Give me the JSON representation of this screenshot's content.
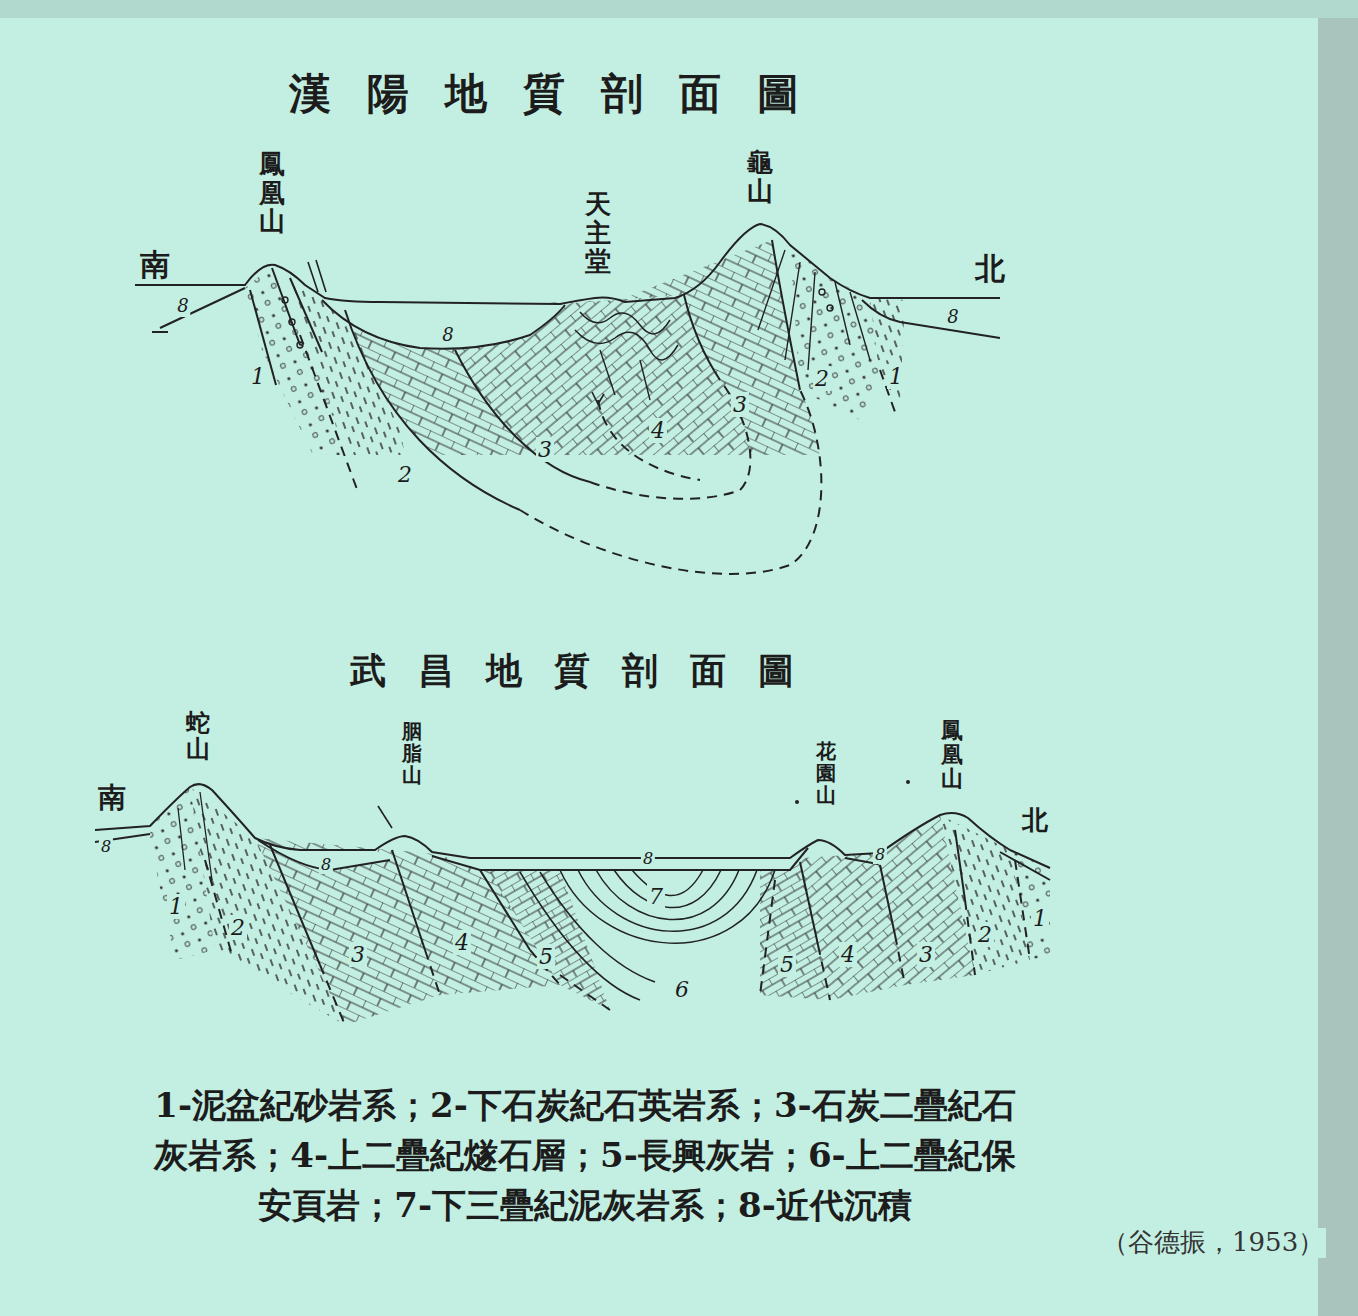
{
  "diagram": {
    "title": "漢陽地質剖面圖",
    "caption": "（谷德振，1953）",
    "labels": [
      "南",
      "鳳凰山",
      "天主堂",
      "龜山",
      "北",
      "8",
      "8",
      "8",
      "1",
      "2",
      "3",
      "4",
      "3",
      "2",
      "1",
      "武昌地質剖面圖",
      "南",
      "蛇山",
      "胭脂山",
      "花園山",
      "鳳凰山",
      "北",
      "8",
      "8",
      "8",
      "8",
      "1",
      "2",
      "3",
      "4",
      "5",
      "7",
      "6",
      "5",
      "4",
      "3",
      "2",
      "1"
    ],
    "legend": [
      {
        "text": "1-泥盆紀砂岩系；"
      },
      {
        "text": "2-下石炭紀石英岩系；"
      },
      {
        "text": "3-石炭二疊紀石灰岩系；"
      },
      {
        "text": "4-上二疊紀燧石層；"
      },
      {
        "text": "5-長興灰岩；"
      },
      {
        "text": "6-上二疊紀保安頁岩；"
      },
      {
        "text": "7-下三疊紀泥灰岩系；"
      },
      {
        "text": "8-近代沉積"
      }
    ]
  }
}
